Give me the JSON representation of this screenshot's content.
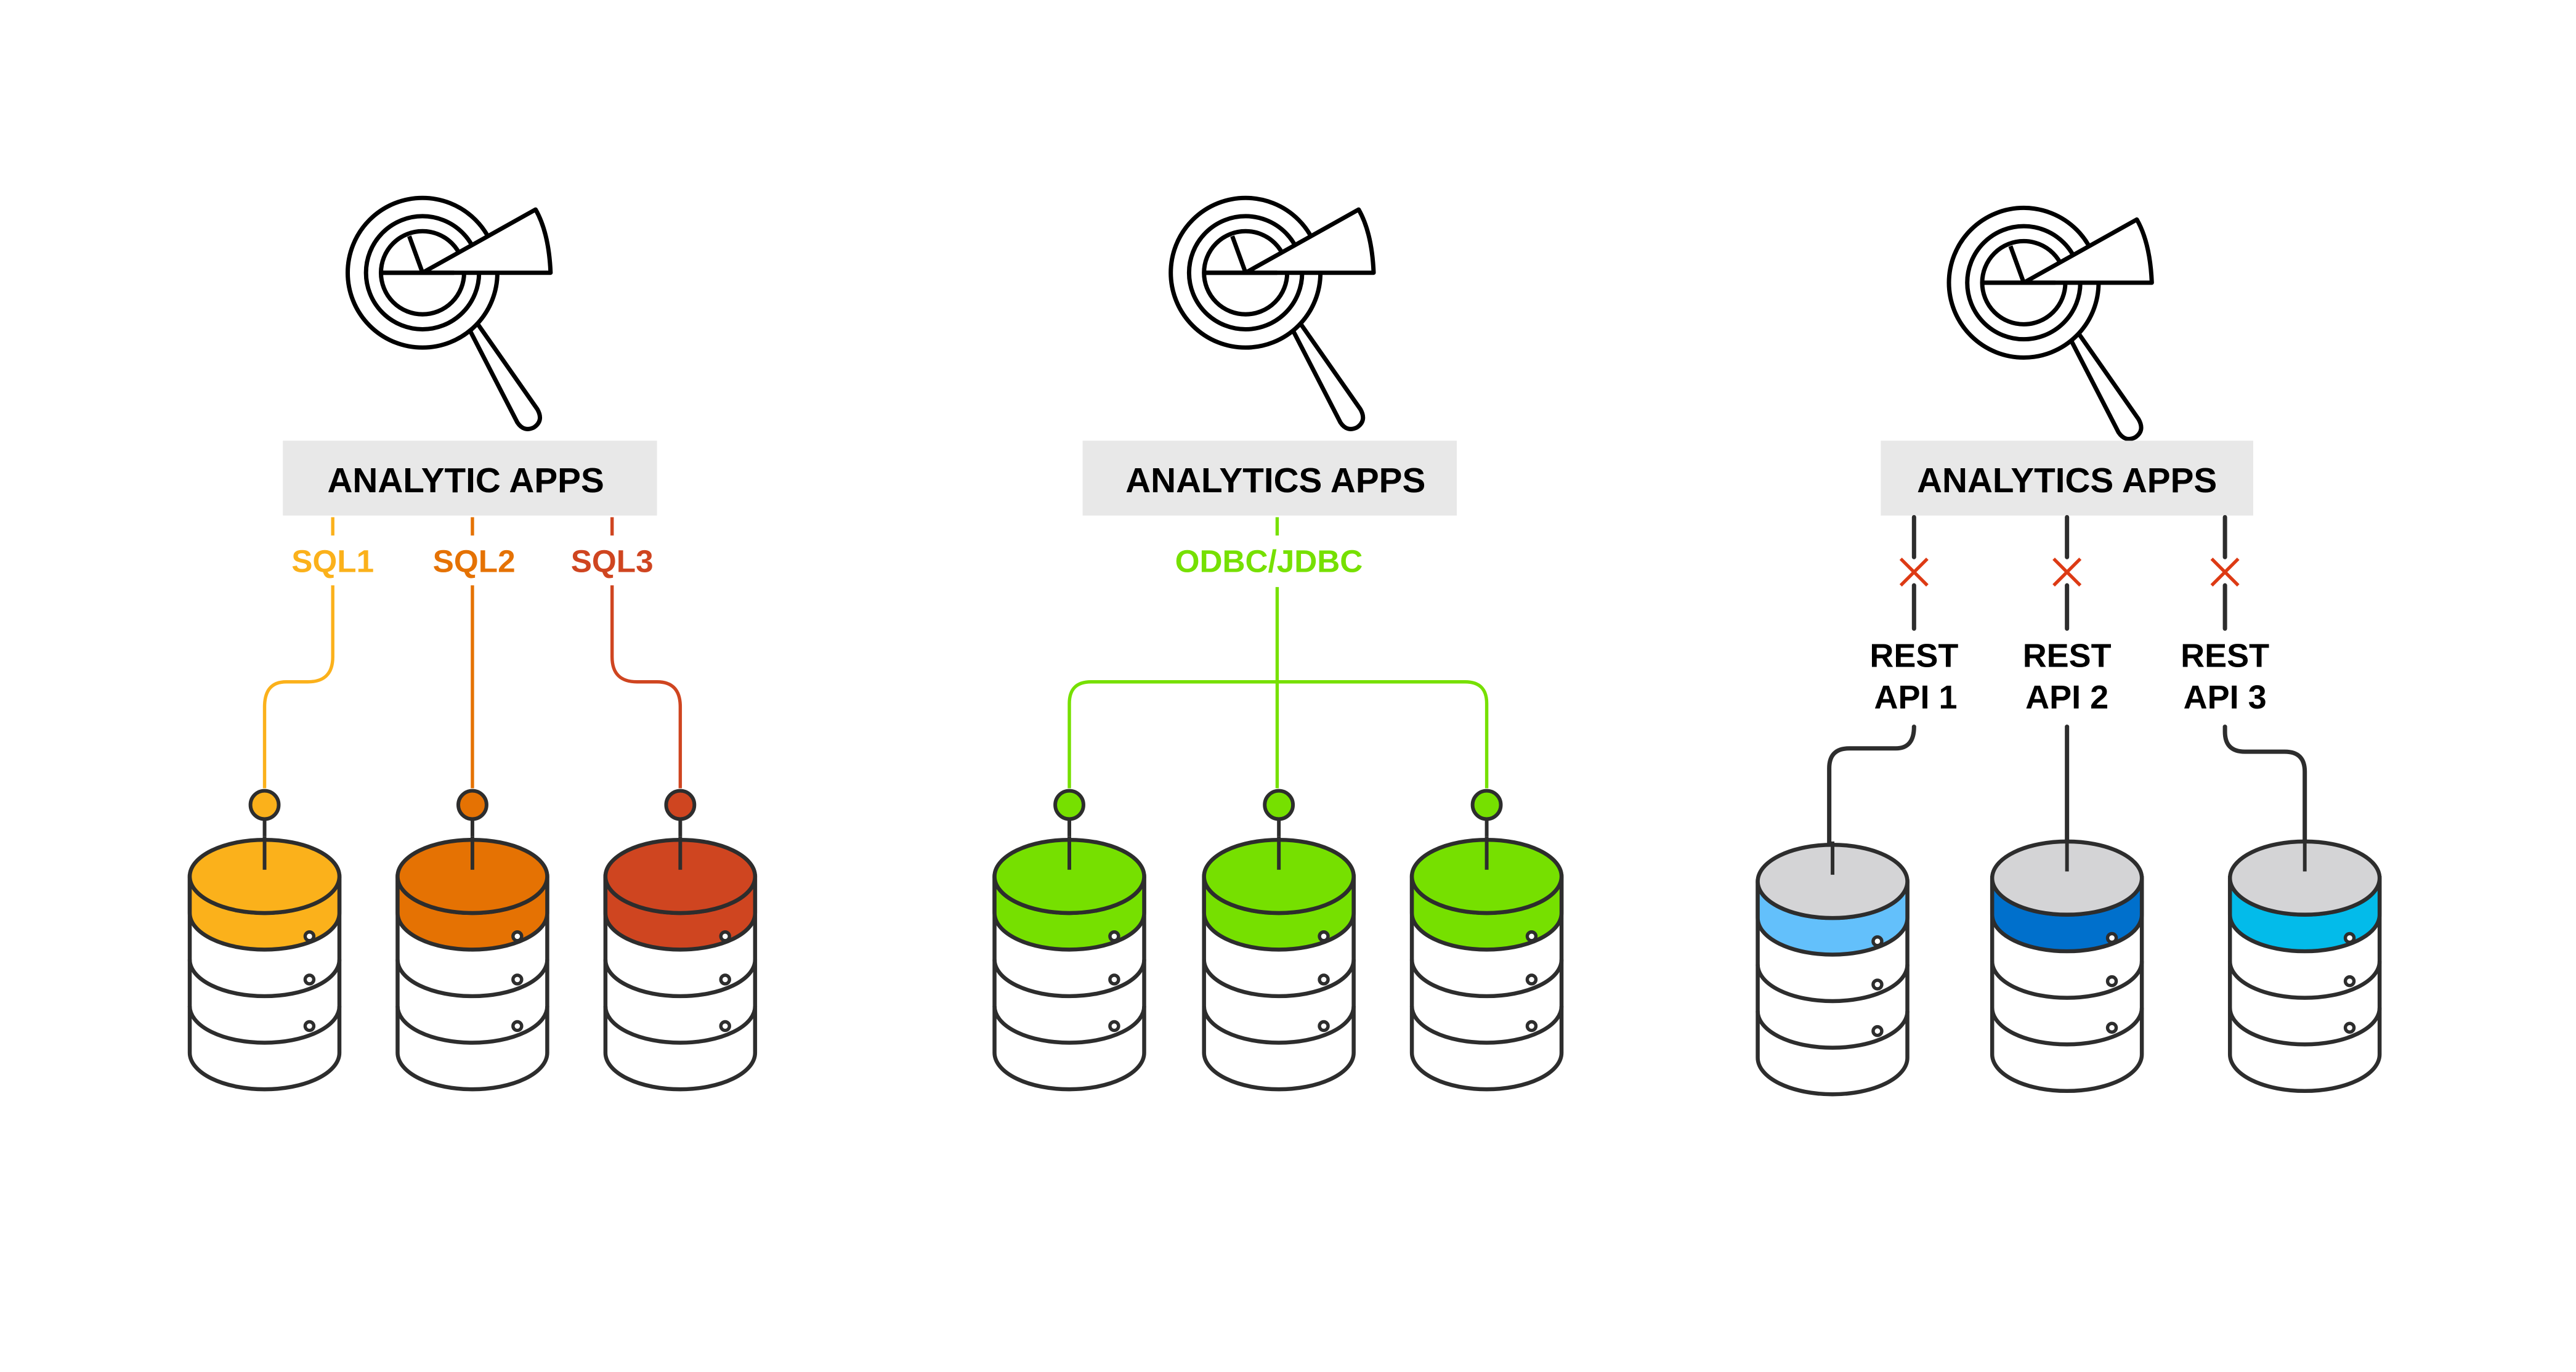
{
  "colors": {
    "outline": "#2d2d2d",
    "label_box": "#e8e8e8",
    "db_gray_top": "#d4d4d6",
    "x_mark": "#dd3a14"
  },
  "panels": [
    {
      "id": "sql",
      "icon": "analytics-magnifier-icon",
      "title": "ANALYTIC APPS",
      "connectors": [
        {
          "label": "SQL1",
          "color": "#fbb11b"
        },
        {
          "label": "SQL2",
          "color": "#e57203"
        },
        {
          "label": "SQL3",
          "color": "#cf4520"
        }
      ],
      "databases": [
        {
          "top": "#fbb11b",
          "band": "#fbb11b",
          "pin": true
        },
        {
          "top": "#e57203",
          "band": "#e57203",
          "pin": true
        },
        {
          "top": "#cf4520",
          "band": "#cf4520",
          "pin": true
        }
      ]
    },
    {
      "id": "odbc",
      "icon": "analytics-magnifier-icon",
      "title": "ANALYTICS APPS",
      "connectors": [
        {
          "label": "ODBC/JDBC",
          "color": "#76e000"
        }
      ],
      "databases": [
        {
          "top": "#76e000",
          "band": "#76e000",
          "pin": true
        },
        {
          "top": "#76e000",
          "band": "#76e000",
          "pin": true
        },
        {
          "top": "#76e000",
          "band": "#76e000",
          "pin": true
        }
      ]
    },
    {
      "id": "rest",
      "icon": "analytics-magnifier-icon",
      "title": "ANALYTICS APPS",
      "connectors": [
        {
          "label_line1": "REST",
          "label_line2": "API 1",
          "color": "#2d2d2d",
          "blocked": true
        },
        {
          "label_line1": "REST",
          "label_line2": "API 2",
          "color": "#2d2d2d",
          "blocked": true
        },
        {
          "label_line1": "REST",
          "label_line2": "API 3",
          "color": "#2d2d2d",
          "blocked": true
        }
      ],
      "databases": [
        {
          "top": "#d4d4d6",
          "band": "#63c0fb",
          "pin": false
        },
        {
          "top": "#d4d4d6",
          "band": "#0070cc",
          "pin": false
        },
        {
          "top": "#d4d4d6",
          "band": "#03bbea",
          "pin": false
        }
      ]
    }
  ]
}
